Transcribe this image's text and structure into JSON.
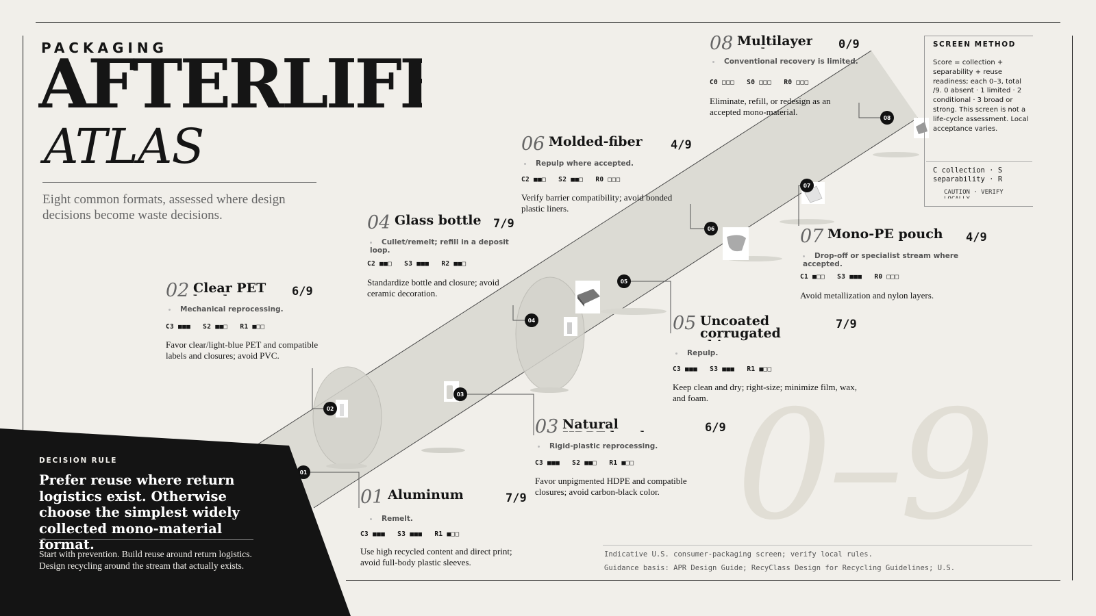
{
  "header": {
    "kicker": "PACKAGING",
    "title": "AFTERLIFE",
    "subtitle": "ATLAS",
    "intro": "Eight common formats, assessed where design decisions become waste decisions."
  },
  "colors": {
    "background": "#f1efea",
    "ink": "#151515",
    "band": "#dcdbd4",
    "muted": "#666666",
    "panel": "#141414"
  },
  "items": [
    {
      "id": "01",
      "name": "Aluminum can",
      "score": "7/9",
      "stream": "Remelt.",
      "bars": "C3 ■■■   S3 ■■■   R1 ■□□",
      "guidance": "Use high recycled content and direct print; avoid full-body plastic sleeves.",
      "icon": "can-icon"
    },
    {
      "id": "02",
      "name": "Clear PET bottle",
      "score": "6/9",
      "stream": "Mechanical reprocessing.",
      "bars": "C3 ■■■   S2 ■■□   R1 ■□□",
      "guidance": "Favor clear/light-blue PET and compatible labels and closures; avoid PVC.",
      "icon": "pet-bottle-icon"
    },
    {
      "id": "03",
      "name": "Natural HDPE bottle",
      "score": "6/9",
      "stream": "Rigid-plastic reprocessing.",
      "bars": "C3 ■■■   S2 ■■□   R1 ■□□",
      "guidance": "Favor unpigmented HDPE and compatible closures; avoid carbon-black color.",
      "icon": "hdpe-bottle-icon"
    },
    {
      "id": "04",
      "name": "Glass bottle",
      "score": "7/9",
      "stream": "Cullet/remelt; refill in a deposit loop.",
      "bars": "C2 ■■□   S3 ■■■   R2 ■■□",
      "guidance": "Standardize bottle and closure; avoid ceramic decoration.",
      "icon": "glass-bottle-icon"
    },
    {
      "id": "05",
      "name": "Uncoated corrugated shipper",
      "score": "7/9",
      "stream": "Repulp.",
      "bars": "C3 ■■■   S3 ■■■   R1 ■□□",
      "guidance": "Keep clean and dry; right-size; minimize film, wax, and foam.",
      "icon": "box-icon"
    },
    {
      "id": "06",
      "name": "Molded-fiber tray",
      "score": "4/9",
      "stream": "Repulp where accepted.",
      "bars": "C2 ■■□   S2 ■■□   R0 □□□",
      "guidance": "Verify barrier compatibility; avoid bonded plastic liners.",
      "icon": "tray-icon"
    },
    {
      "id": "07",
      "name": "Mono-PE pouch",
      "score": "4/9",
      "stream": "Drop-off or specialist stream where accepted.",
      "bars": "C1 ■□□   S3 ■■■   R0 □□□",
      "guidance": "Avoid metallization and nylon layers.",
      "icon": "pouch-icon"
    },
    {
      "id": "08",
      "name": "Multilayer sachet",
      "score": "0/9",
      "stream": "Conventional recovery is limited.",
      "bars": "C0 □□□   S0 □□□   R0 □□□",
      "guidance": "Eliminate, refill, or redesign as an accepted mono-material.",
      "icon": "sachet-icon"
    }
  ],
  "method": {
    "title": "SCREEN METHOD",
    "text": "Score = collection + separability + reuse readiness; each 0–3, total /9. 0 absent · 1 limited · 2 conditional · 3 broad or strong. This screen is not a life-cycle assessment. Local acceptance varies.",
    "legend": "C collection · S separability · R",
    "caution": "CAUTION · VERIFY LOCALLY"
  },
  "scale_label": "0–9",
  "footer": {
    "line1": "Indicative U.S. consumer-packaging screen; verify local rules.",
    "line2": "Guidance basis: APR Design Guide; RecyClass Design for Recycling Guidelines; U.S."
  },
  "decision": {
    "label": "DECISION RULE",
    "headline": "Prefer reuse where return logistics exist. Otherwise choose the simplest widely collected mono-material format.",
    "body": "Start with prevention. Build reuse around return logistics. Design recycling around the stream that actually exists."
  }
}
